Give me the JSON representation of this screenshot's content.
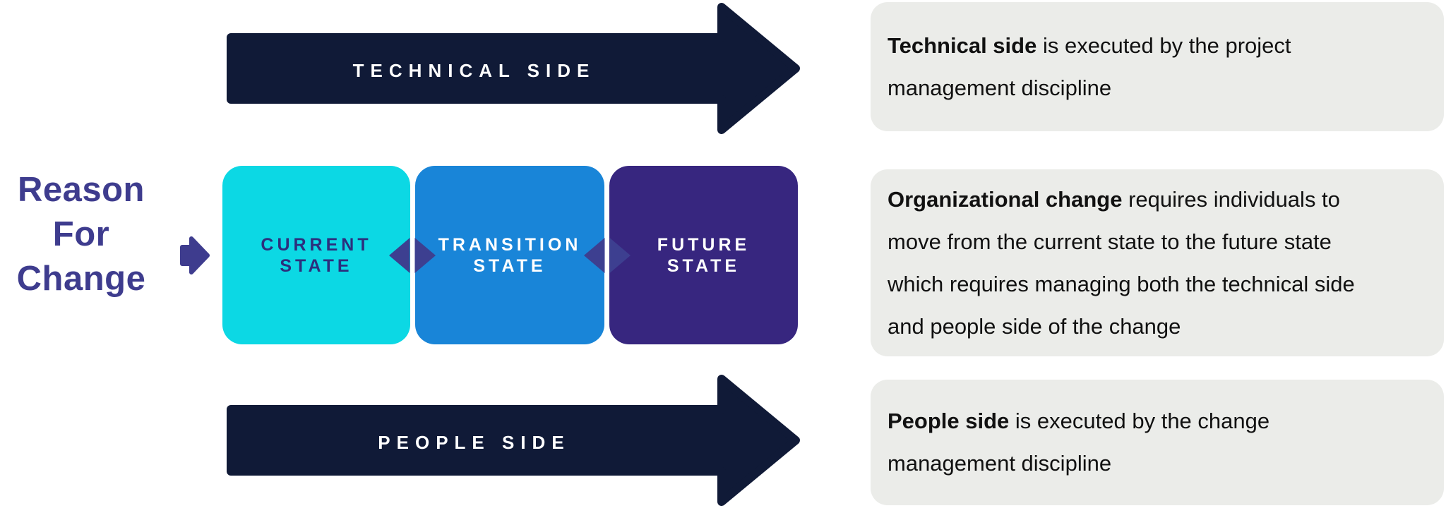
{
  "colors": {
    "navy": "#101a37",
    "cyan": "#0cd8e4",
    "blue": "#1985d8",
    "purple": "#37267f",
    "indigo": "#3e3c8e",
    "diamond": "#3d3f90",
    "current_state_text": "#2c2f7d",
    "light_state_text": "#ffffff",
    "card_bg": "#ebece9",
    "card_text": "#111111"
  },
  "reason_label": "Reason\nFor\nChange",
  "top_arrow": {
    "label": "TECHNICAL SIDE"
  },
  "bottom_arrow": {
    "label": "PEOPLE SIDE"
  },
  "states": [
    {
      "label": "CURRENT\nSTATE"
    },
    {
      "label": "TRANSITION\nSTATE"
    },
    {
      "label": "FUTURE\nSTATE"
    }
  ],
  "cards": [
    {
      "bold": "Technical side",
      "rest": "is executed by the project\nmanagement discipline"
    },
    {
      "bold": "Organizational change",
      "rest": "requires individuals to\nmove from the current state to the future state\nwhich requires managing both the technical side\nand people side of the change"
    },
    {
      "bold": "People side",
      "rest": "is executed by the change\nmanagement discipline"
    }
  ]
}
